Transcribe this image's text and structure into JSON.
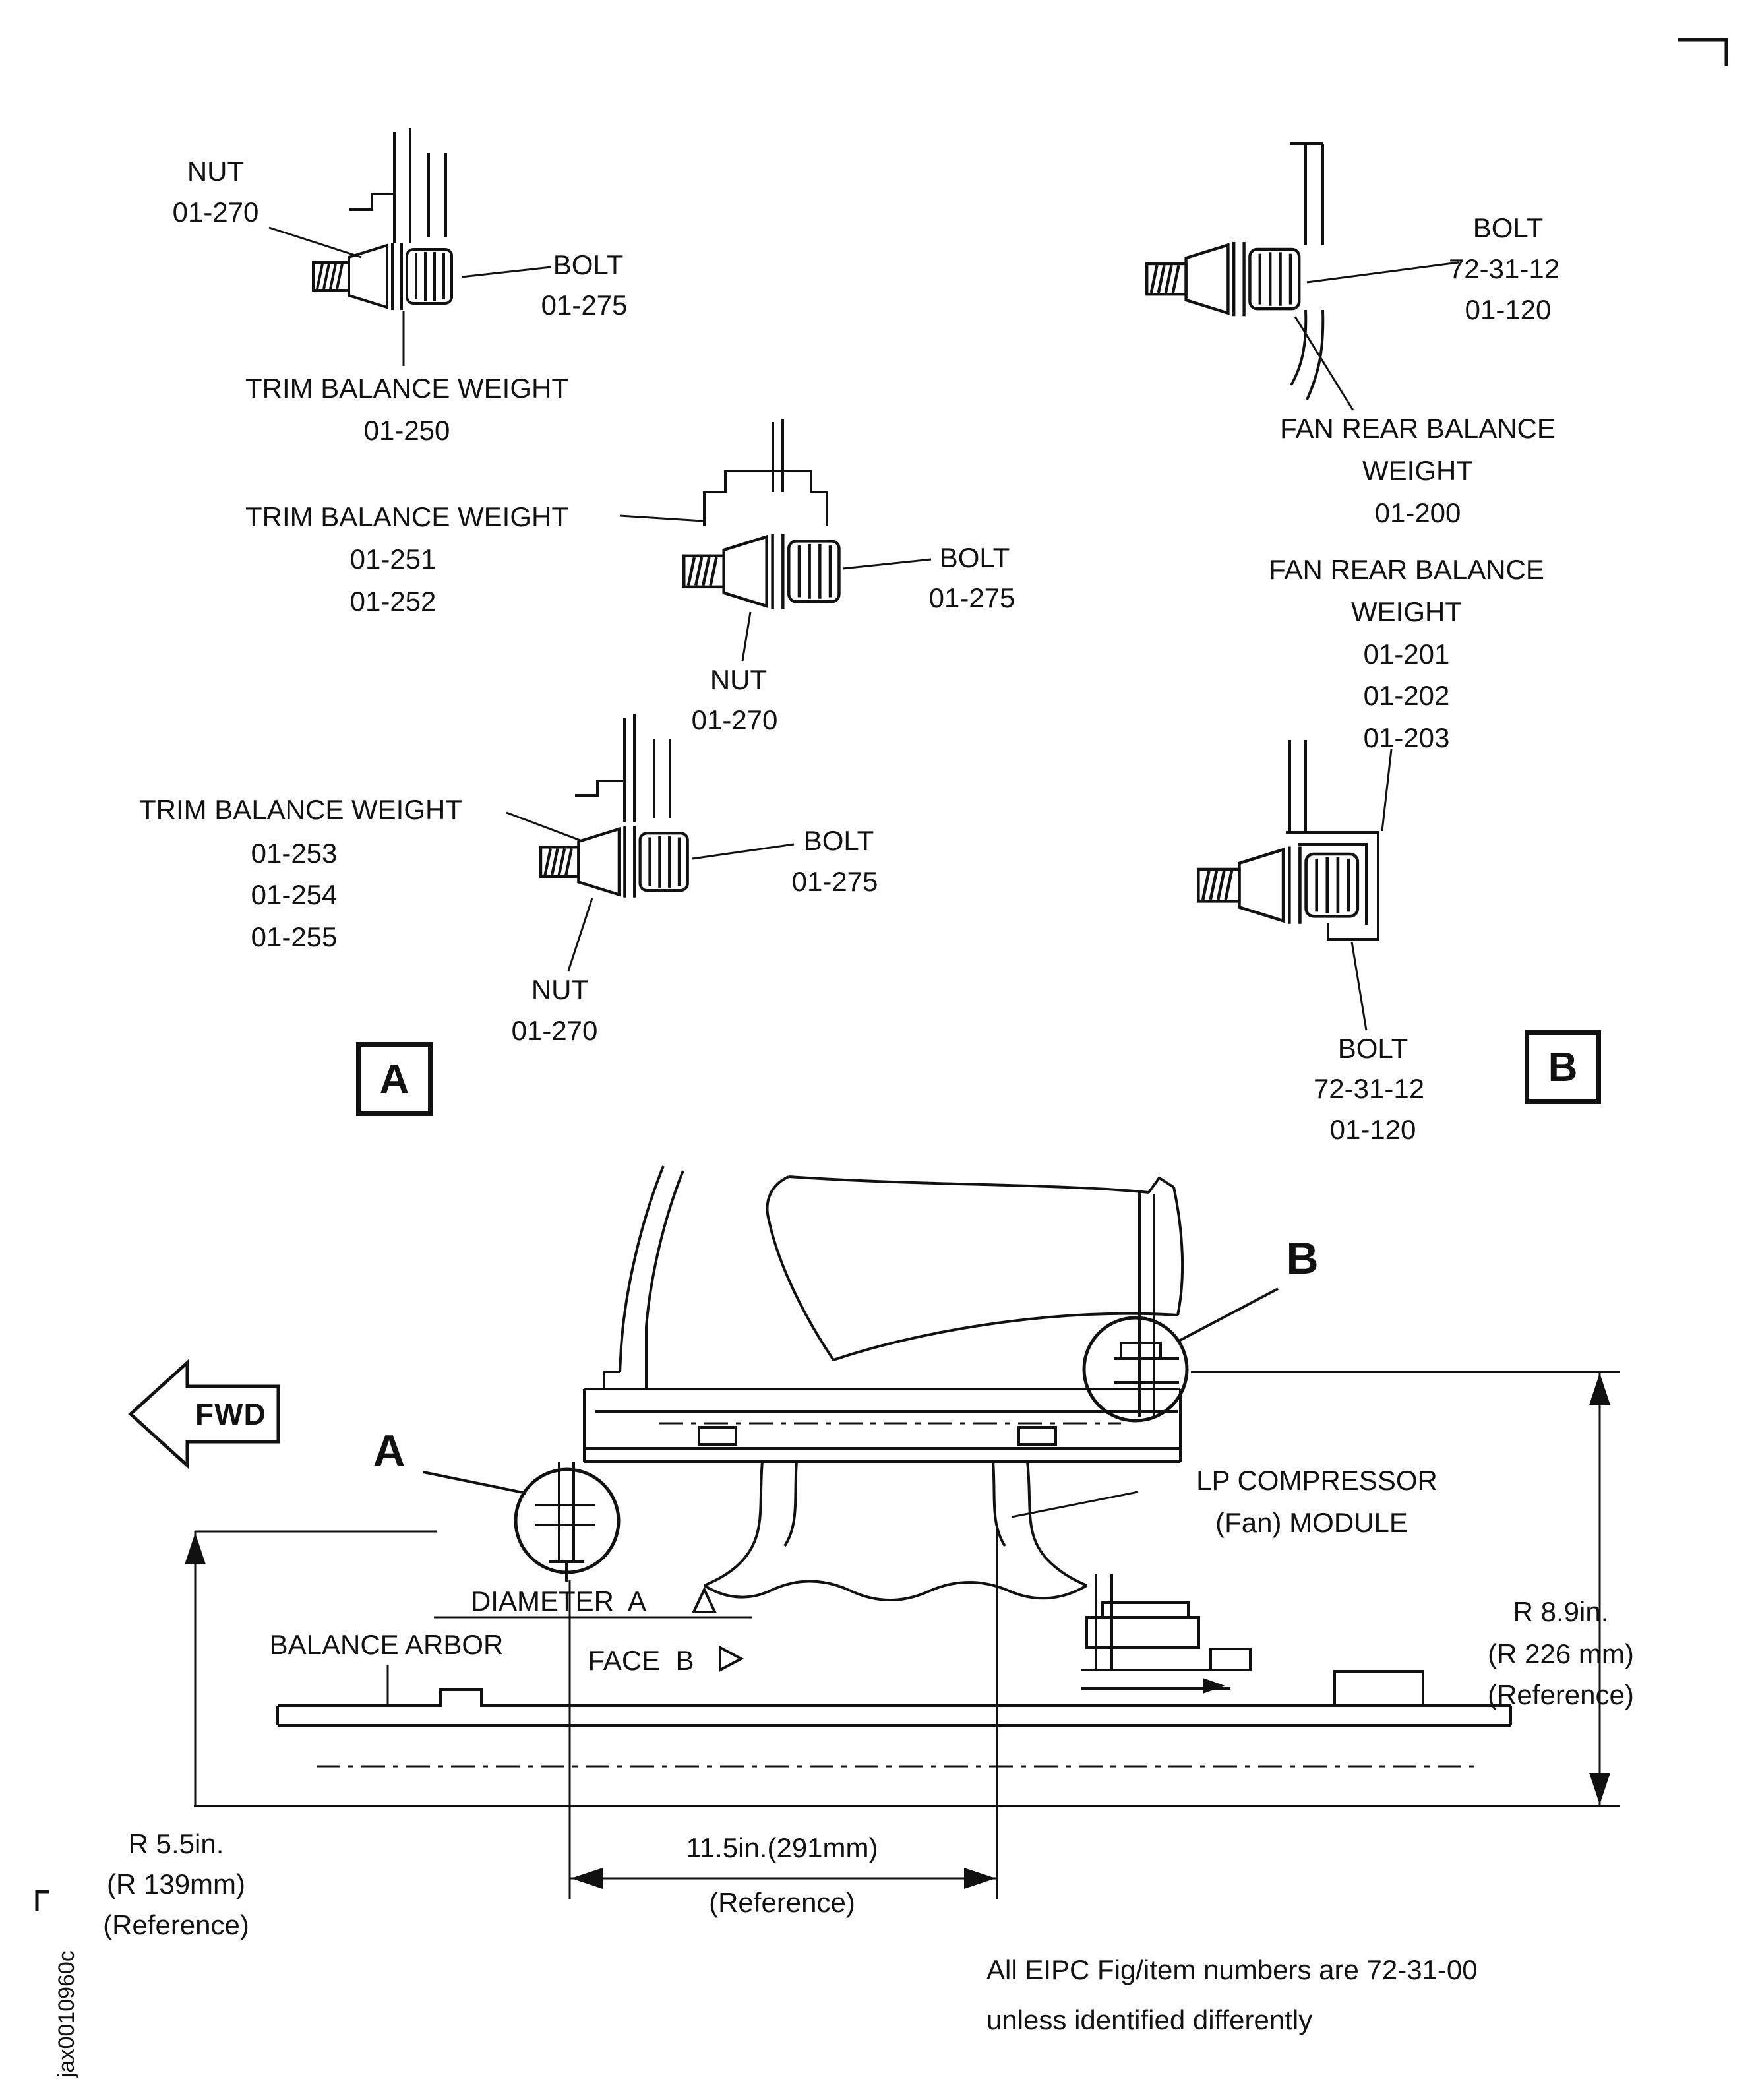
{
  "colors": {
    "ink": "#111111",
    "paper": "#ffffff"
  },
  "figure": {
    "code": "jax0010960c",
    "note_line1": "All EIPC Fig/item numbers are 72-31-00",
    "note_line2": "unless identified differently"
  },
  "detail_a": {
    "box": "A",
    "asm1": {
      "nut": "NUT",
      "nut_no": "01-270",
      "bolt": "BOLT",
      "bolt_no": "01-275",
      "weight": "TRIM BALANCE WEIGHT",
      "no1": "01-250"
    },
    "asm2": {
      "weight": "TRIM BALANCE WEIGHT",
      "no1": "01-251",
      "no2": "01-252",
      "bolt": "BOLT",
      "bolt_no": "01-275",
      "nut": "NUT",
      "nut_no": "01-270"
    },
    "asm3": {
      "weight": "TRIM BALANCE WEIGHT",
      "no1": "01-253",
      "no2": "01-254",
      "no3": "01-255",
      "bolt": "BOLT",
      "bolt_no": "01-275",
      "nut": "NUT",
      "nut_no": "01-270"
    }
  },
  "detail_b": {
    "box": "B",
    "asm1": {
      "bolt": "BOLT",
      "bolt_ref": "72-31-12",
      "bolt_no": "01-120",
      "w1": "FAN REAR BALANCE",
      "w2": "WEIGHT",
      "no1": "01-200"
    },
    "asm2": {
      "w1": "FAN REAR BALANCE",
      "w2": "WEIGHT",
      "no1": "01-201",
      "no2": "01-202",
      "no3": "01-203",
      "bolt": "BOLT",
      "bolt_ref": "72-31-12",
      "bolt_no": "01-120"
    }
  },
  "main": {
    "fwd": "FWD",
    "callout_a": "A",
    "callout_b": "B",
    "module1": "LP COMPRESSOR",
    "module2": "(Fan) MODULE",
    "diameter_label": "DIAMETER  A",
    "face_label": "FACE  B",
    "balance_arbor": "BALANCE ARBOR",
    "dim_right1": "R 8.9in.",
    "dim_right2": "(R 226 mm)",
    "dim_right3": "(Reference)",
    "dim_left1": "R 5.5in.",
    "dim_left2": "(R 139mm)",
    "dim_left3": "(Reference)",
    "dim_h1": "11.5in.(291mm)",
    "dim_h2": "(Reference)"
  }
}
